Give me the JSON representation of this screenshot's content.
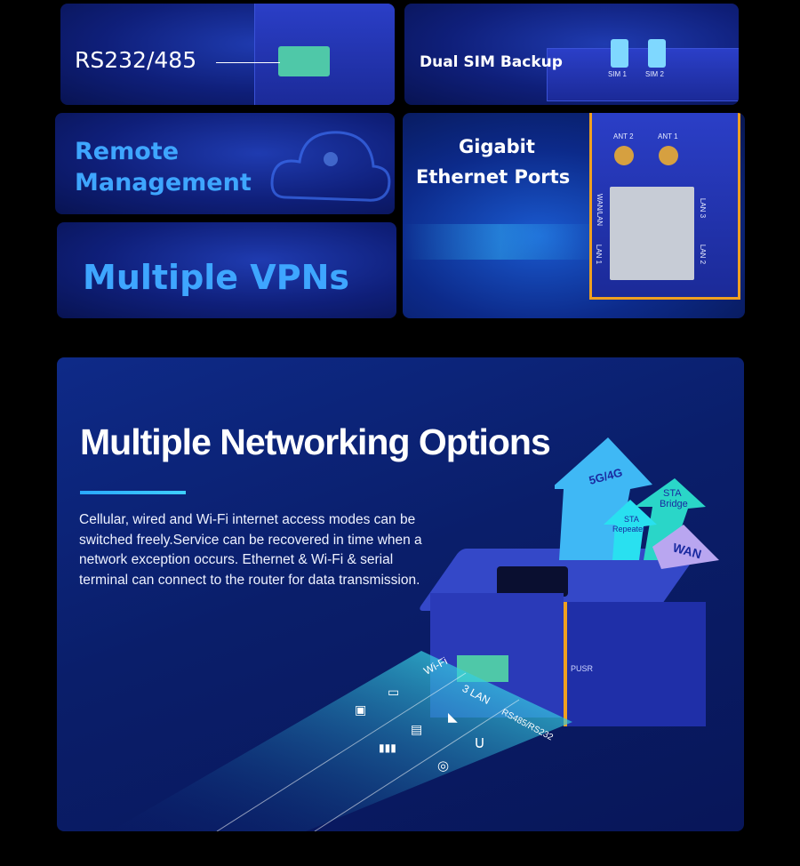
{
  "tiles": {
    "rs232": {
      "label": "RS232/485"
    },
    "dual_sim": {
      "label": "Dual SIM Backup",
      "sim_labels": [
        "SIM 1",
        "SIM 2"
      ]
    },
    "remote": {
      "line1": "Remote",
      "line2": "Management"
    },
    "gigabit": {
      "line1": "Gigabit",
      "line2": "Ethernet Ports",
      "port_labels": [
        "ANT 2",
        "ANT 1",
        "WAN/LAN",
        "LAN 3",
        "LAN 1",
        "LAN 2"
      ]
    },
    "vpn": {
      "label": "Multiple VPNs"
    }
  },
  "networking": {
    "title": "Multiple Networking Options",
    "description": "Cellular, wired and Wi-Fi internet access modes can be switched freely.Service can be recovered in time when a network exception occurs. Ethernet & Wi-Fi & serial terminal can connect to the router for data transmission.",
    "arrows": {
      "cellular": "5G/4G",
      "sta_bridge_1": "STA",
      "sta_bridge_2": "Bridge",
      "sta_repeater_1": "STA",
      "sta_repeater_2": "Repeater",
      "wan": "WAN"
    },
    "lanes": [
      "Wi-Fi",
      "3 LAN",
      "RS485/RS232"
    ],
    "brand": "PUSR"
  },
  "colors": {
    "accent": "#2aa8ff",
    "cyan": "#29e0f0",
    "arrow_blue": "#3fb8f5",
    "arrow_teal": "#2ad6c8",
    "arrow_purple": "#b9a6f0"
  }
}
